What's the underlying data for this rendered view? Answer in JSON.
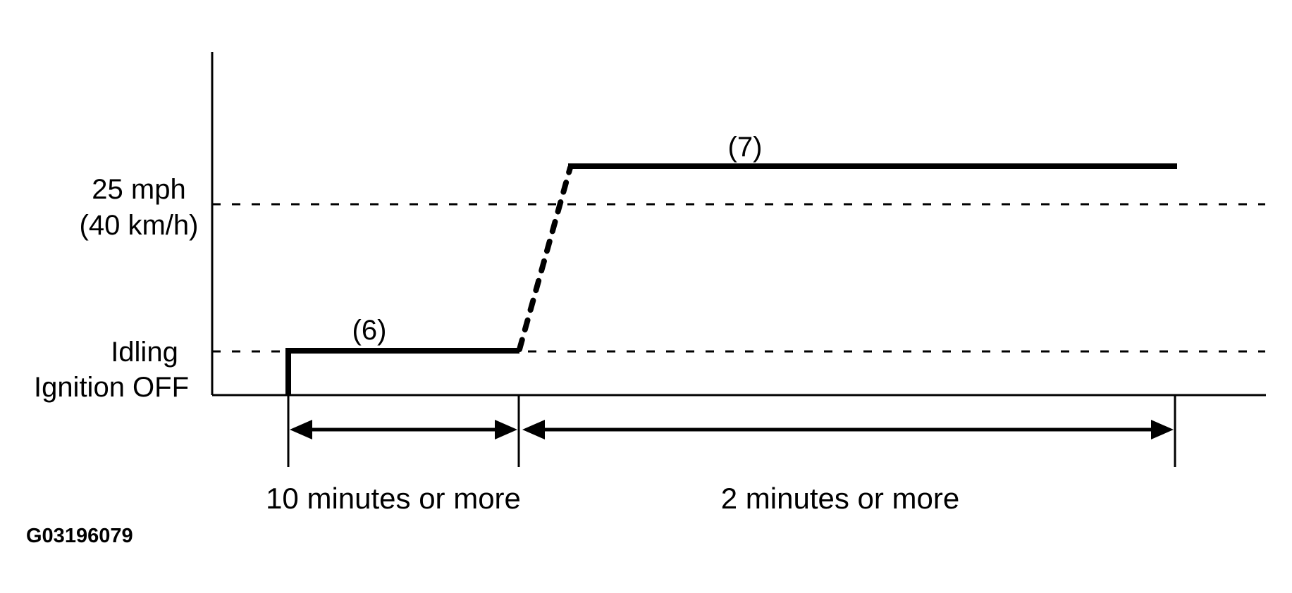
{
  "diagram": {
    "figure_code": "G03196079",
    "colors": {
      "ink": "#000000",
      "background": "#ffffff"
    },
    "y_axis_labels": {
      "speed_threshold_line1": "25 mph",
      "speed_threshold_line2": "(40 km/h)",
      "idling": "Idling",
      "ignition_off": "Ignition OFF"
    },
    "step_labels": {
      "step6": "(6)",
      "step7": "(7)"
    },
    "duration_labels": {
      "idle_duration": "10 minutes or more",
      "drive_duration": "2 minutes or more"
    }
  },
  "chart_data": {
    "type": "line",
    "title": "",
    "xlabel": "",
    "ylabel": "",
    "y_reference_levels": [
      "Ignition OFF",
      "Idling",
      "25 mph (40 km/h)"
    ],
    "segments": [
      {
        "label": "(6)",
        "level": "Idling",
        "duration": "10 minutes or more",
        "line_style": "solid"
      },
      {
        "label": "",
        "level": "acceleration from Idling to above 25 mph (40 km/h)",
        "duration": "",
        "line_style": "dashed"
      },
      {
        "label": "(7)",
        "level": "above 25 mph (40 km/h)",
        "duration": "2 minutes or more",
        "line_style": "solid"
      }
    ],
    "x_axis_annotations": [
      "10 minutes or more",
      "2 minutes or more"
    ],
    "grid": "dashed reference lines at Idling and 25 mph (40 km/h) levels",
    "legend": "none"
  }
}
